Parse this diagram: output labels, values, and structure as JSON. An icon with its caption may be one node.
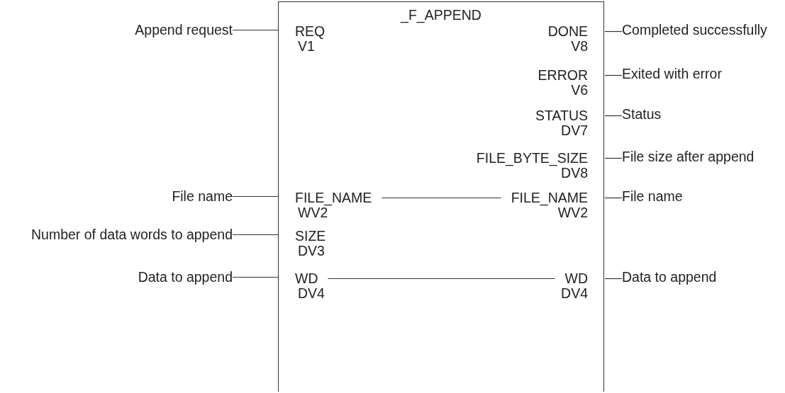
{
  "diagram": {
    "nodes": [
      {
        "text": [
          "_F_APPEND"
        ]
      },
      {
        "text": [
          "Append request"
        ]
      },
      {
        "text": [
          "REQ",
          "V1"
        ],
        "in": 0
      },
      {
        "text": [
          "DONE",
          "V8"
        ],
        "in": 0
      },
      {
        "text": [
          "Completed successfully"
        ]
      },
      {
        "text": [
          "ERROR",
          "V6"
        ],
        "in": 0
      },
      {
        "text": [
          "Exited with error"
        ]
      },
      {
        "text": [
          "STATUS",
          "DV7"
        ],
        "in": 0
      },
      {
        "text": [
          "Status"
        ]
      },
      {
        "text": [
          "FILE_BYTE_SIZE",
          "DV8"
        ],
        "in": 0
      },
      {
        "text": [
          "File size after append"
        ]
      },
      {
        "text": [
          "File name"
        ]
      },
      {
        "text": [
          "FILE_NAME",
          "WV2"
        ],
        "in": 0
      },
      {
        "text": [
          "FILE_NAME",
          "WV2"
        ],
        "in": 0
      },
      {
        "text": [
          "File name"
        ]
      },
      {
        "text": [
          "Number of data words to append"
        ]
      },
      {
        "text": [
          "SIZE",
          "DV3"
        ],
        "in": 0
      },
      {
        "text": [
          "Data to append"
        ]
      },
      {
        "text": [
          "WD",
          "DV4"
        ],
        "in": 0
      },
      {
        "text": [
          "WD",
          "DV4"
        ],
        "in": 0
      },
      {
        "text": [
          "Data to append"
        ]
      }
    ],
    "edges": [
      {
        "from": 1,
        "to": 2,
        "arrow": "none"
      },
      {
        "from": 3,
        "to": 4,
        "arrow": "none"
      },
      {
        "from": 5,
        "to": 6,
        "arrow": "none"
      },
      {
        "from": 7,
        "to": 8,
        "arrow": "none"
      },
      {
        "from": 9,
        "to": 10,
        "arrow": "none"
      },
      {
        "from": 11,
        "to": 12,
        "arrow": "none"
      },
      {
        "from": 12,
        "to": 13,
        "arrow": "none"
      },
      {
        "from": 13,
        "to": 14,
        "arrow": "none"
      },
      {
        "from": 15,
        "to": 16,
        "arrow": "none"
      },
      {
        "from": 17,
        "to": 18,
        "arrow": "none"
      },
      {
        "from": 18,
        "to": 19,
        "arrow": "none"
      },
      {
        "from": 19,
        "to": 20,
        "arrow": "none"
      }
    ]
  }
}
